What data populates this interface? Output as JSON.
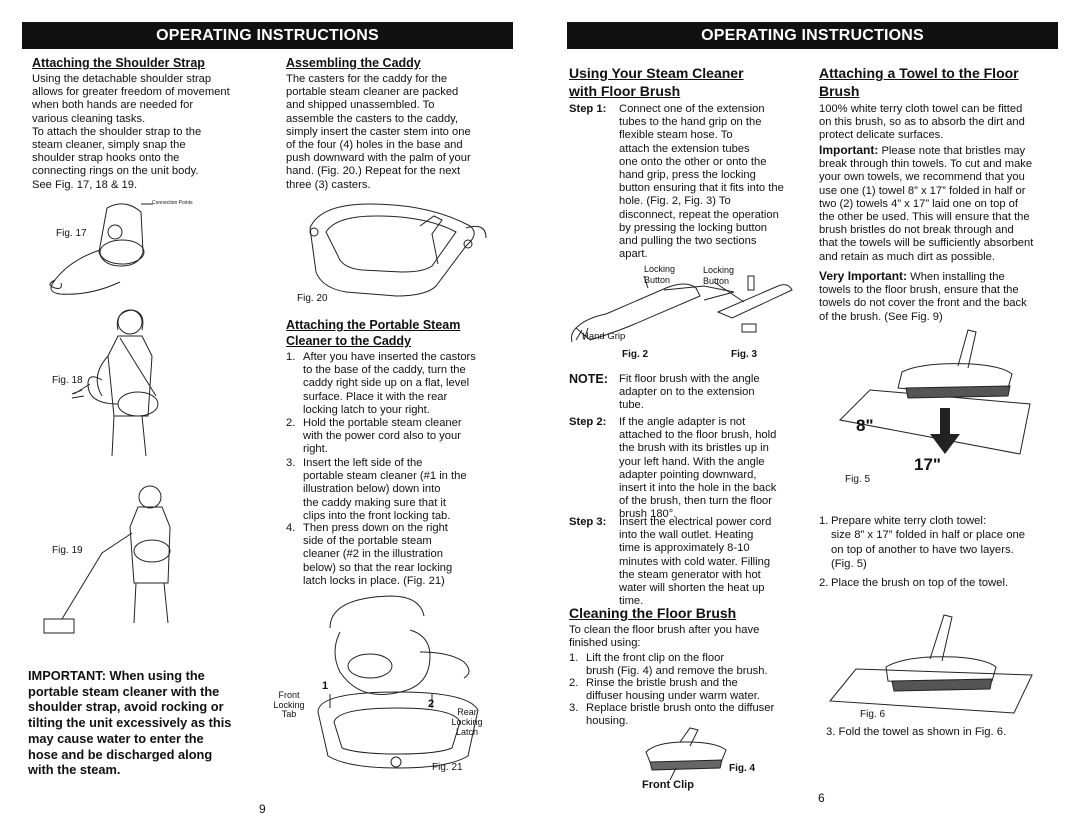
{
  "left_page": {
    "banner": "OPERATING INSTRUCTIONS",
    "shoulder": {
      "heading": "Attaching the Shoulder Strap",
      "lines": [
        "Using the detachable shoulder strap",
        "allows for greater freedom of movement",
        "when both hands are needed for",
        "various cleaning tasks.",
        "To attach the shoulder strap to the",
        "steam cleaner, simply snap the",
        "shoulder strap hooks onto the",
        "connecting rings on the unit body."
      ],
      "see": "See Fig. 17, 18 & 19."
    },
    "fig17": "Fig. 17",
    "fig17_label": "Connection Points",
    "fig18": "Fig. 18",
    "fig19": "Fig. 19",
    "important": [
      "IMPORTANT: When using the",
      "portable steam cleaner with the",
      "shoulder strap, avoid rocking or",
      "tilting the unit excessively as this",
      "may cause water to enter the",
      "hose and be discharged along",
      "with the steam."
    ],
    "caddy": {
      "heading": "Assembling the Caddy",
      "lines": [
        "The casters for the caddy for the",
        "portable steam cleaner are packed",
        "and shipped unassembled. To",
        "assemble the casters to the caddy,",
        "simply insert the caster stem into one",
        "of the four (4) holes in the base and",
        "push downward with the palm of your",
        "hand. (Fig. 20.) Repeat for the next",
        "three (3) casters."
      ]
    },
    "fig20": "Fig. 20",
    "portable": {
      "heading1": "Attaching the Portable Steam",
      "heading2": "Cleaner to the Caddy",
      "items": [
        {
          "n": "1.",
          "lines": [
            "After you have inserted the castors",
            "to the base of the caddy, turn the",
            "caddy right side up on a flat, level",
            "surface. Place it with the rear",
            "locking latch to your right."
          ]
        },
        {
          "n": "2.",
          "lines": [
            "Hold the portable steam cleaner",
            "with the power cord also to your",
            "right."
          ]
        },
        {
          "n": "3.",
          "lines": [
            "Insert the left side of the",
            "portable steam cleaner (#1 in the",
            "illustration below) down into",
            "the caddy making sure that it",
            "clips into the front locking tab."
          ]
        },
        {
          "n": "4.",
          "lines": [
            "Then press down on the right",
            "side of the portable steam",
            "cleaner (#2 in the illustration",
            "below) so that the rear locking",
            "latch locks in place. (Fig. 21)"
          ]
        }
      ]
    },
    "fig21": "Fig. 21",
    "fig21_front": [
      "Front",
      "Locking",
      "Tab"
    ],
    "fig21_rear": [
      "Rear",
      "Locking",
      "Latch"
    ],
    "fig21_num1": "1",
    "fig21_num2": "2",
    "page_number": "9"
  },
  "right_page": {
    "banner": "OPERATING INSTRUCTIONS",
    "using": {
      "heading1": "Using Your Steam Cleaner",
      "heading2": "with Floor Brush",
      "step1_label": "Step 1:",
      "step1_lines": [
        "Connect one of the extension",
        "tubes to the hand grip on the",
        "flexible steam hose.  To",
        "attach the extension tubes",
        "one onto the other or onto the",
        "hand grip, press the locking",
        "button ensuring that it fits into the",
        "hole. (Fig. 2, Fig. 3) To",
        "disconnect, repeat the operation",
        "by pressing the locking button",
        "and pulling the two sections",
        "apart."
      ]
    },
    "fig2_locking": [
      "Locking",
      "Button"
    ],
    "fig3_locking": [
      "Locking",
      "Button"
    ],
    "fig2_handgrip": "Hand Grip",
    "fig2": "Fig. 2",
    "fig3": "Fig. 3",
    "note_label": "NOTE:",
    "note_lines": [
      "Fit floor brush with the angle",
      "adapter  on to the extension",
      "tube."
    ],
    "step2_label": "Step 2:",
    "step2_lines": [
      "If the angle adapter is not",
      "attached to the floor brush, hold",
      "the brush with its bristles up in",
      "your left hand. With the angle",
      "adapter pointing downward,",
      "insert it into the hole in the back",
      "of the brush, then turn the floor",
      "brush 180°."
    ],
    "step3_label": "Step 3:",
    "step3_lines": [
      "Insert the electrical power cord",
      "into the wall outlet.  Heating",
      "time is approximately 8-10",
      "minutes with cold water.  Filling",
      "the steam generator with hot",
      "water will shorten the heat up",
      "time."
    ],
    "cleaning": {
      "heading": "Cleaning the Floor Brush",
      "intro": [
        "To clean the floor brush after you have",
        "finished using:"
      ],
      "items": [
        {
          "n": "1.",
          "lines": [
            "Lift the front clip on the floor",
            "brush (Fig. 4) and remove the brush."
          ]
        },
        {
          "n": "2.",
          "lines": [
            "Rinse the bristle brush and the",
            "diffuser housing under warm water."
          ]
        },
        {
          "n": "3.",
          "lines": [
            "Replace bristle brush onto the diffuser",
            "housing."
          ]
        }
      ]
    },
    "fig4": "Fig. 4",
    "fig4_label": "Front  Clip",
    "towel": {
      "heading1": "Attaching a Towel to the Floor",
      "heading2": "Brush",
      "lines": [
        "100% white terry cloth towel can be fitted",
        "on this brush, so as to absorb the dirt and",
        "protect delicate surfaces."
      ],
      "important_label": "Important:",
      "important_lines": [
        "Please note that bristles may",
        "break through thin towels. To cut and make",
        "your own towels, we recommend that you",
        "use one (1) towel 8” x 17” folded in half or",
        "two (2) towels 4” x 17” laid one on top of",
        "the other be used. This will ensure that the",
        "brush bristles do not break through and",
        "that the towels will be sufficiently absorbent",
        "and retain as much dirt as possible."
      ],
      "very_label": "Very Important:",
      "very_lines": [
        "When installing the",
        "towels to the floor brush, ensure that the",
        "towels do not cover the front and the back",
        "of the brush. (See Fig. 9)"
      ]
    },
    "fig5": "Fig. 5",
    "fig5_8": "8\"",
    "fig5_17": "17\"",
    "prep": [
      {
        "n": "1.",
        "lines": [
          "Prepare white terry cloth towel:",
          "size 8” x 17”  folded in half or place one",
          "on top of another to have two layers.",
          "(Fig. 5)"
        ]
      },
      {
        "n": "2.",
        "lines": [
          "Place the brush on top of the towel."
        ]
      }
    ],
    "fig6": "Fig. 6",
    "fold": "3. Fold the towel as shown in Fig. 6.",
    "page_number": "6"
  }
}
